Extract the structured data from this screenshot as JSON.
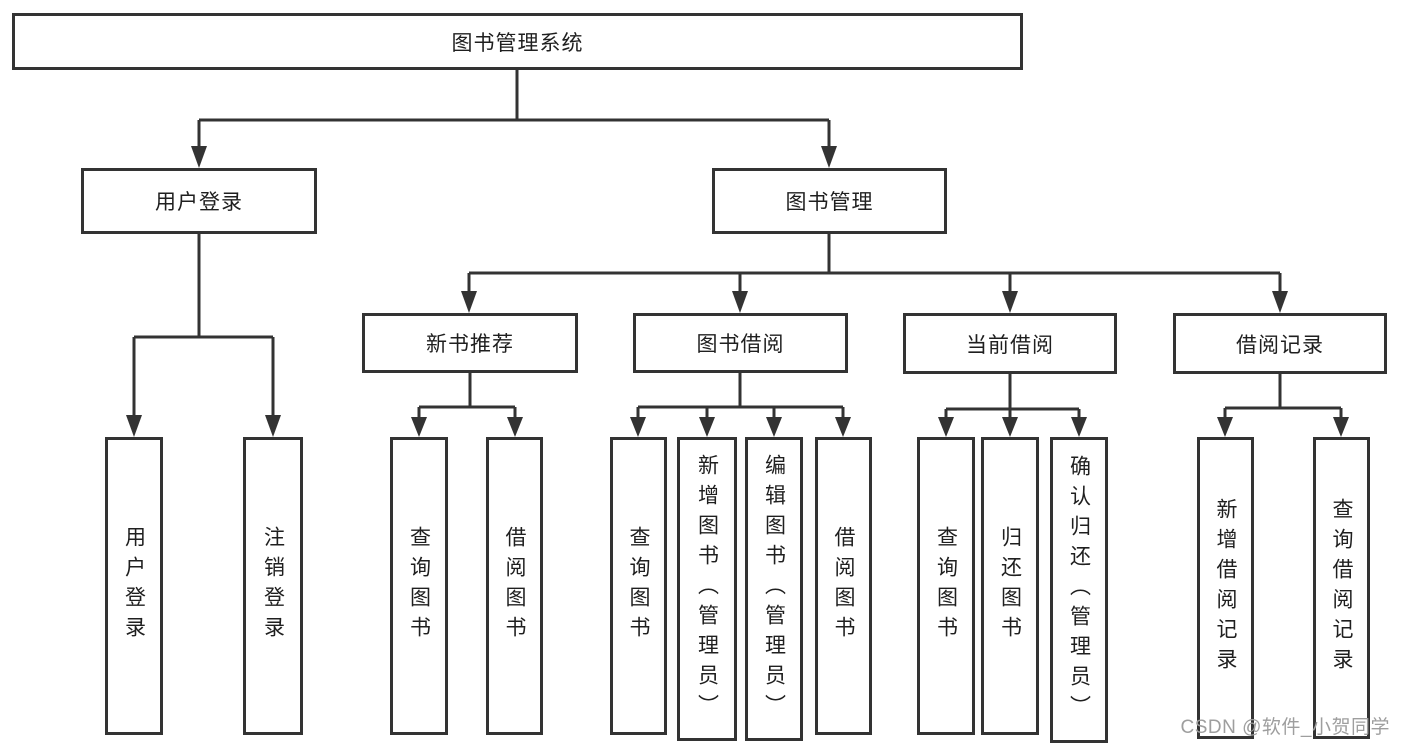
{
  "colors": {
    "line": "#333333",
    "box_border": "#333333",
    "text": "#1f1f1f",
    "watermark": "#9e9e9e",
    "background": "#ffffff"
  },
  "watermark": {
    "text": "CSDN @软件_小贺同学"
  },
  "tree": {
    "label": "图书管理系统",
    "children": [
      {
        "label": "用户登录",
        "children": [
          {
            "label": "用户登录"
          },
          {
            "label": "注销登录"
          }
        ]
      },
      {
        "label": "图书管理",
        "children": [
          {
            "label": "新书推荐",
            "children": [
              {
                "label": "查询图书"
              },
              {
                "label": "借阅图书"
              }
            ]
          },
          {
            "label": "图书借阅",
            "children": [
              {
                "label": "查询图书"
              },
              {
                "label": "新增图书（管理员）"
              },
              {
                "label": "编辑图书（管理员）"
              },
              {
                "label": "借阅图书"
              }
            ]
          },
          {
            "label": "当前借阅",
            "children": [
              {
                "label": "查询图书"
              },
              {
                "label": "归还图书"
              },
              {
                "label": "确认归还（管理员）"
              }
            ]
          },
          {
            "label": "借阅记录",
            "children": [
              {
                "label": "新增借阅记录"
              },
              {
                "label": "查询借阅记录"
              }
            ]
          }
        ]
      }
    ]
  }
}
